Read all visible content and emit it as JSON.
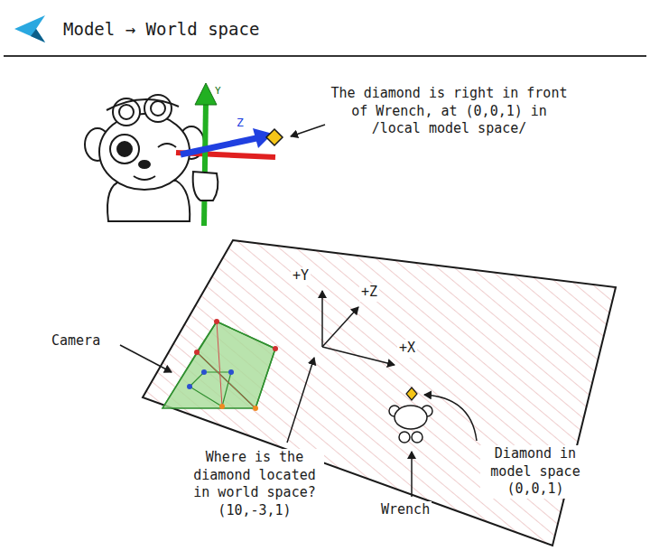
{
  "diagram": {
    "title": "Model → World space",
    "labels": [
      "The diamond is right in front of Wrench, at (0,0,1) in /local model space/",
      "Y",
      "Z",
      "+Y",
      "+Z",
      "+X",
      "Camera",
      "Where is the diamond located in world space? (10,-3,1)",
      "Wrench",
      "Diamond in model space (0,0,1)"
    ]
  }
}
